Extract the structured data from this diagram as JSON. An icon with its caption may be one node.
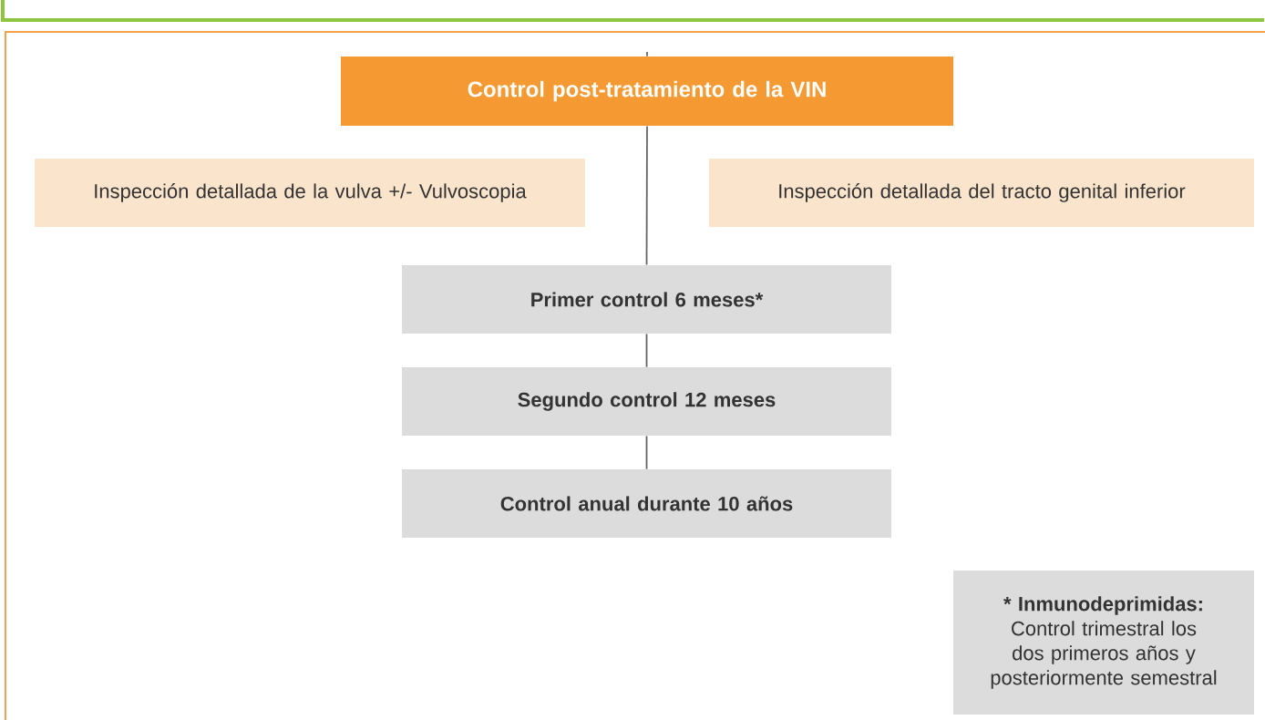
{
  "diagram": {
    "nodes": [
      {
        "text": [
          "Control post-tratamiento de la VIN"
        ]
      },
      {
        "text": [
          "Inspección detallada de la vulva +/- Vulvoscopia"
        ]
      },
      {
        "text": [
          "Inspección detallada del tracto genital inferior"
        ]
      },
      {
        "text": [
          "Primer control 6 meses*"
        ]
      },
      {
        "text": [
          "Segundo control 12 meses"
        ]
      },
      {
        "text": [
          "Control anual durante 10 años"
        ]
      },
      {
        "text": [
          "* Inmunodeprimidas:",
          "Control trimestral los dos primeros años y posteriormente semestral"
        ]
      }
    ],
    "edges": [
      {
        "from": null,
        "to": 0,
        "arrow": "none"
      },
      {
        "from": 0,
        "to": 3,
        "arrow": "none"
      },
      {
        "from": 3,
        "to": 4,
        "arrow": "none"
      },
      {
        "from": 4,
        "to": 5,
        "arrow": "none"
      }
    ]
  }
}
